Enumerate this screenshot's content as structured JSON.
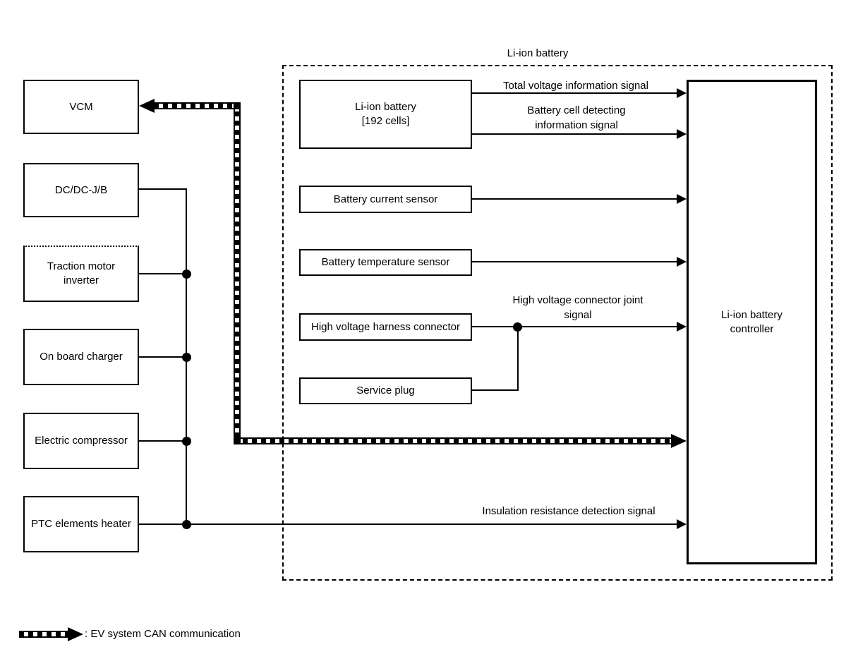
{
  "diagram": {
    "group_title": "Li-ion battery",
    "left_nodes": {
      "vcm": "VCM",
      "dcdc": "DC/DC-J/B",
      "traction": "Traction motor inverter",
      "charger": "On board charger",
      "compressor": "Electric compressor",
      "ptc": "PTC elements heater"
    },
    "battery_nodes": {
      "pack_line1": "Li-ion battery",
      "pack_line2": "[192 cells]",
      "current_sensor": "Battery current sensor",
      "temp_sensor": "Battery temperature sensor",
      "harness": "High voltage harness connector",
      "service_plug": "Service plug"
    },
    "controller_label": "Li-ion battery controller",
    "signals": {
      "total_voltage": "Total voltage information signal",
      "cell_detect": "Battery cell detecting information signal",
      "hv_joint": "High voltage connector joint signal",
      "insulation": "Insulation resistance detection signal"
    },
    "legend": ": EV system CAN communication",
    "colors": {
      "ink": "#000000",
      "paper": "#ffffff"
    }
  }
}
